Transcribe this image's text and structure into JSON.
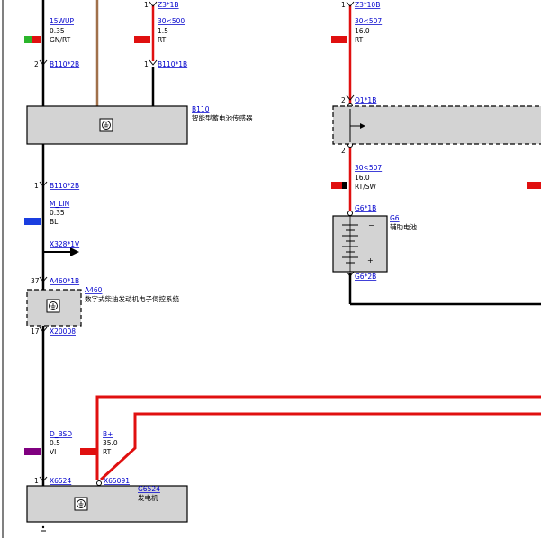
{
  "wires": {
    "w1": {
      "name": "15WUP",
      "size": "0.35",
      "color": "GN/RT",
      "swatch": [
        "#2bb52b",
        "#e01010"
      ]
    },
    "w2": {
      "name": "30<500",
      "size": "1.5",
      "color": "RT",
      "swatch": [
        "#e01010"
      ]
    },
    "w3": {
      "name": "30<507",
      "size": "16.0",
      "color": "RT",
      "swatch": [
        "#e01010"
      ]
    },
    "w4": {
      "name": "30<507",
      "size": "16.0",
      "color": "RT/SW",
      "swatch": [
        "#e01010",
        "#000000"
      ]
    },
    "w5": {
      "name": "M_LIN",
      "size": "0.35",
      "color": "BL",
      "swatch": [
        "#1a3ee0"
      ]
    },
    "w6": {
      "name": "D_BSD",
      "size": "0.5",
      "color": "VI",
      "swatch": [
        "#800080"
      ]
    },
    "w7": {
      "name": "B+",
      "size": "35.0",
      "color": "RT",
      "swatch": [
        "#e01010"
      ]
    }
  },
  "pins": {
    "p_z3_1b": {
      "num": "1",
      "label": "Z3*1B"
    },
    "p_z3_10b": {
      "num": "1",
      "label": "Z3*10B"
    },
    "p_b110_2b_top": {
      "num": "2",
      "label": "B110*2B"
    },
    "p_b110_1b": {
      "num": "1",
      "label": "B110*1B"
    },
    "p_b110_2b_bot": {
      "num": "1",
      "label": "B110*2B"
    },
    "p_q1_1b": {
      "num": "2",
      "label": "Q1*1B"
    },
    "p_q1_out": {
      "num": "2",
      "label": ""
    },
    "p_g6_1b": {
      "num": "",
      "label": "G6*1B"
    },
    "p_g6_2b": {
      "num": "",
      "label": "G6*2B"
    },
    "p_x328": {
      "num": "",
      "label": "X328*1V"
    },
    "p_a460_1b": {
      "num": "37",
      "label": "A460*1B"
    },
    "p_x20008": {
      "num": "17",
      "label": "X20008"
    },
    "p_x6524": {
      "num": "1",
      "label": "X6524"
    },
    "p_x65091": {
      "num": "",
      "label": "X65091"
    }
  },
  "components": {
    "b110": {
      "id": "B110",
      "desc": "智能型蓄电池传感器"
    },
    "a460": {
      "id": "A460",
      "desc": "数字式柴油发动机电子伺控系统"
    },
    "g6": {
      "id": "G6",
      "desc": "辅助电池",
      "minus": "−",
      "plus": "+"
    },
    "g6524": {
      "id": "G6524",
      "desc": "发电机"
    }
  },
  "colors": {
    "red_wire": "#e01010",
    "black_wire": "#000000",
    "brown_wire": "#a0704a",
    "box_fill": "#d3d3d3"
  }
}
